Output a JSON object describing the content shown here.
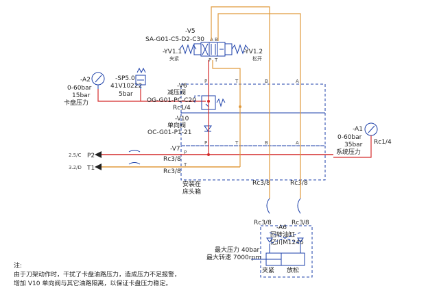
{
  "valve_v5": {
    "tag": "-V5",
    "model": "SA-G01-C5-D2-C30",
    "solenoid_left": "-YV1.1",
    "solenoid_left_sub": "夹紧",
    "solenoid_right": "-YV1.2",
    "solenoid_right_sub": "松开",
    "port_a": "A",
    "port_b": "B",
    "port_p": "P",
    "port_t": "T"
  },
  "gauge_a2": {
    "tag": "-A2",
    "range": "0-60bar",
    "setting": "15bar",
    "label": "卡盘压力"
  },
  "switch_sp5": {
    "tag": "-SP5.0",
    "model": "41V10222",
    "setting": "5bar"
  },
  "valve_v6": {
    "tag": "-V6",
    "name": "减压阀",
    "model": "OG-G01-PC-C20",
    "port": "Rc1/4",
    "port_p": "P",
    "port_t": "T",
    "port_b": "B",
    "port_a": "A"
  },
  "valve_v10": {
    "tag": "-V10",
    "name": "单向阀",
    "model": "OC-G01-P1-21"
  },
  "block_v7": {
    "tag": "-V7",
    "port_p": "P",
    "port_t": "T",
    "port_b": "B",
    "port_a": "A",
    "rc_p": "Rc3/8",
    "rc_t": "Rc3/8",
    "rc_b": "Rc3/8",
    "rc_a": "Rc3/8",
    "install_line1": "安装在",
    "install_line2": "床头箱"
  },
  "gauge_a1": {
    "tag": "-A1",
    "range": "0-60bar",
    "setting": "35bar",
    "label": "系统压力",
    "port": "Rc1/4"
  },
  "lines": {
    "p2_prefix": "2.5/C",
    "p2_label": "P2",
    "t1_prefix": "3.2/D",
    "t1_label": "T1"
  },
  "cylinder_a6": {
    "tag": "-A6",
    "rc_left": "Rc3/8",
    "rc_right": "Rc3/8",
    "name": "回转油缸",
    "model": "亿川M1246",
    "max_pressure": "最大压力 40bar",
    "max_speed": "最大转速 7000rpm",
    "clamp": "夹紧",
    "release": "放松"
  },
  "notes": {
    "title": "注:",
    "line1": "由于刀架动作时，干扰了卡盘油路压力，造成压力不足报警，",
    "line2": "增加 V10 单向阀与其它油路隔离，以保证卡盘压力稳定。"
  },
  "colors": {
    "pressure_line": "#d42a2a",
    "tank_line": "#e09a3c",
    "component": "#1a3ea8",
    "enclosure": "#1a3ea8"
  }
}
